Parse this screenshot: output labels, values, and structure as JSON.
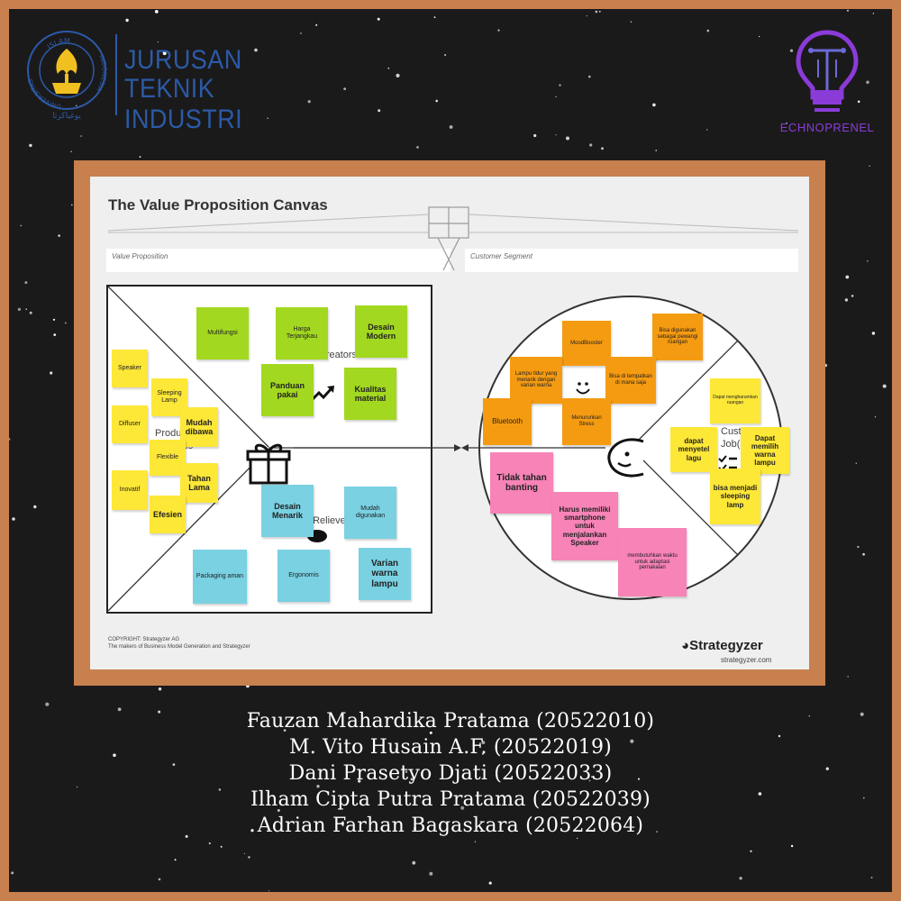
{
  "header": {
    "seal_ring_top": "ISLAM",
    "seal_ring_left": "UNIVERSITAS",
    "seal_ring_right": "INDONESIA",
    "seal_caption": "يوغياكرتا",
    "department_line1": "JURUSAN",
    "department_line2": "TEKNIK INDUSTRI",
    "brand_name": "ECHNOPRENEL",
    "colors": {
      "department": "#2b5aa8",
      "brand": "#8a3bd8",
      "frame": "#c8804f",
      "background": "#1b1a1a"
    }
  },
  "canvas": {
    "title": "The Value Proposition Canvas",
    "value_proposition_label": "Value Proposition",
    "customer_segment_label": "Customer Segment",
    "labels": {
      "gain_creators": "Gain creators",
      "products_services": "Products & Services",
      "pain_relievers": "Pain Relievers",
      "customer_jobs": "Customer Job(s)"
    },
    "notes": {
      "speaker": "Speaker",
      "sleeping_lamp": "Sleeping Lamp",
      "diffuser": "Diffuser",
      "mudah_dibawa": "Mudah dibawa",
      "flexible": "Flexible",
      "inovatif": "Inovatif",
      "tahan_lama": "Tahan Lama",
      "efesien": "Efesien",
      "multifungsi": "Multifungsi",
      "harga_terjangkau": "Harga Terjangkau",
      "desain_modern": "Desain Modern",
      "panduan_pakai": "Panduan pakai",
      "kualitas_material": "Kualitas material",
      "desain_menarik": "Desain Menarik",
      "mudah_digunakan": "Mudah digunakan",
      "packaging_aman": "Packaging aman",
      "ergonomis": "Ergonomis",
      "varian_warna_lampu": "Varian warna lampu",
      "moodbooster": "MoodBooster",
      "bisa_digunakan_pewangi": "Bisa digunakan sebagai pewangi ruangan",
      "lampu_tidur": "Lampu tidur yang menarik dengan varian warna",
      "bisa_ditempatkan": "Bisa di tempatkan di mana saja",
      "bluetooth": "Bluetooth",
      "menurunkan_stress": "Menurunkan Stress",
      "dapat_mengharumkan": "Dapat mengharumkan ruangan",
      "dapat_menyetel_lagu": "dapat menyetel lagu",
      "dapat_memilih_warna": "Dapat memilih warna lampu",
      "bisa_menjadi_sleeping_lamp": "bisa menjadi sleeping lamp",
      "tidak_tahan_banting": "Tidak tahan banting",
      "harus_memiliki_smartphone": "Harus memiliki smartphone untuk menjalankan Speaker",
      "membutuhkan_waktu": "membutuhkan waktu untuk adaptasi pemakaian"
    },
    "copyright_line1": "COPYRIGHT: Strategyzer AG",
    "copyright_line2": "The makers of Business Model Generation and Strategyzer",
    "brand": "Strategyzer",
    "brand_url": "strategyzer.com",
    "note_colors": {
      "yellow": "#fde737",
      "green": "#a3d820",
      "cyan": "#79d1e2",
      "orange": "#f59b12",
      "pink": "#f783b7"
    }
  },
  "authors": [
    "Fauzan Mahardika Pratama (20522010)",
    "M. Vito Husain A.F. (20522019)",
    "Dani Prasetyo Djati (20522033)",
    "Ilham Cipta Putra Pratama (20522039)",
    "Adrian Farhan Bagaskara (20522064)"
  ]
}
